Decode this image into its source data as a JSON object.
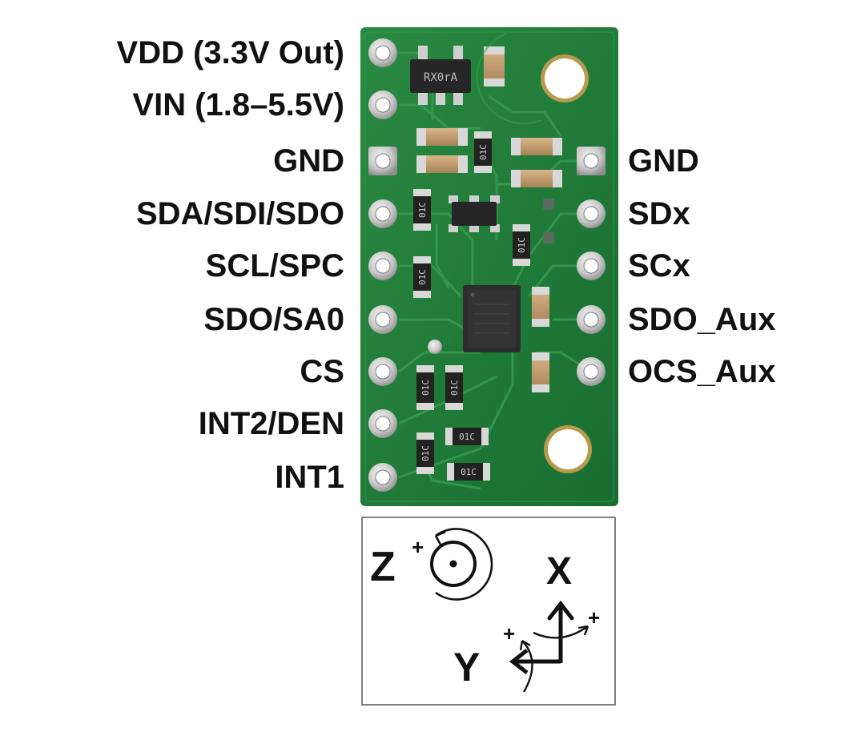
{
  "left_pins": [
    "VDD (3.3V Out)",
    "VIN (1.8–5.5V)",
    "GND",
    "SDA/SDI/SDO",
    "SCL/SPC",
    "SDO/SA0",
    "CS",
    "INT2/DEN",
    "INT1"
  ],
  "right_pins": [
    "GND",
    "SDx",
    "SCx",
    "SDO_Aux",
    "OCS_Aux"
  ],
  "axes": {
    "z": "Z",
    "x": "X",
    "y": "Y",
    "plus": "+"
  },
  "component_markings": {
    "regulator": "RX0rA",
    "resistor_code": "01C"
  },
  "colors": {
    "pcb": "#1f7a36",
    "pcb_dark": "#14612a",
    "trace": "#2c9145",
    "pad_gold": "#c9a45a",
    "label": "#111111"
  }
}
